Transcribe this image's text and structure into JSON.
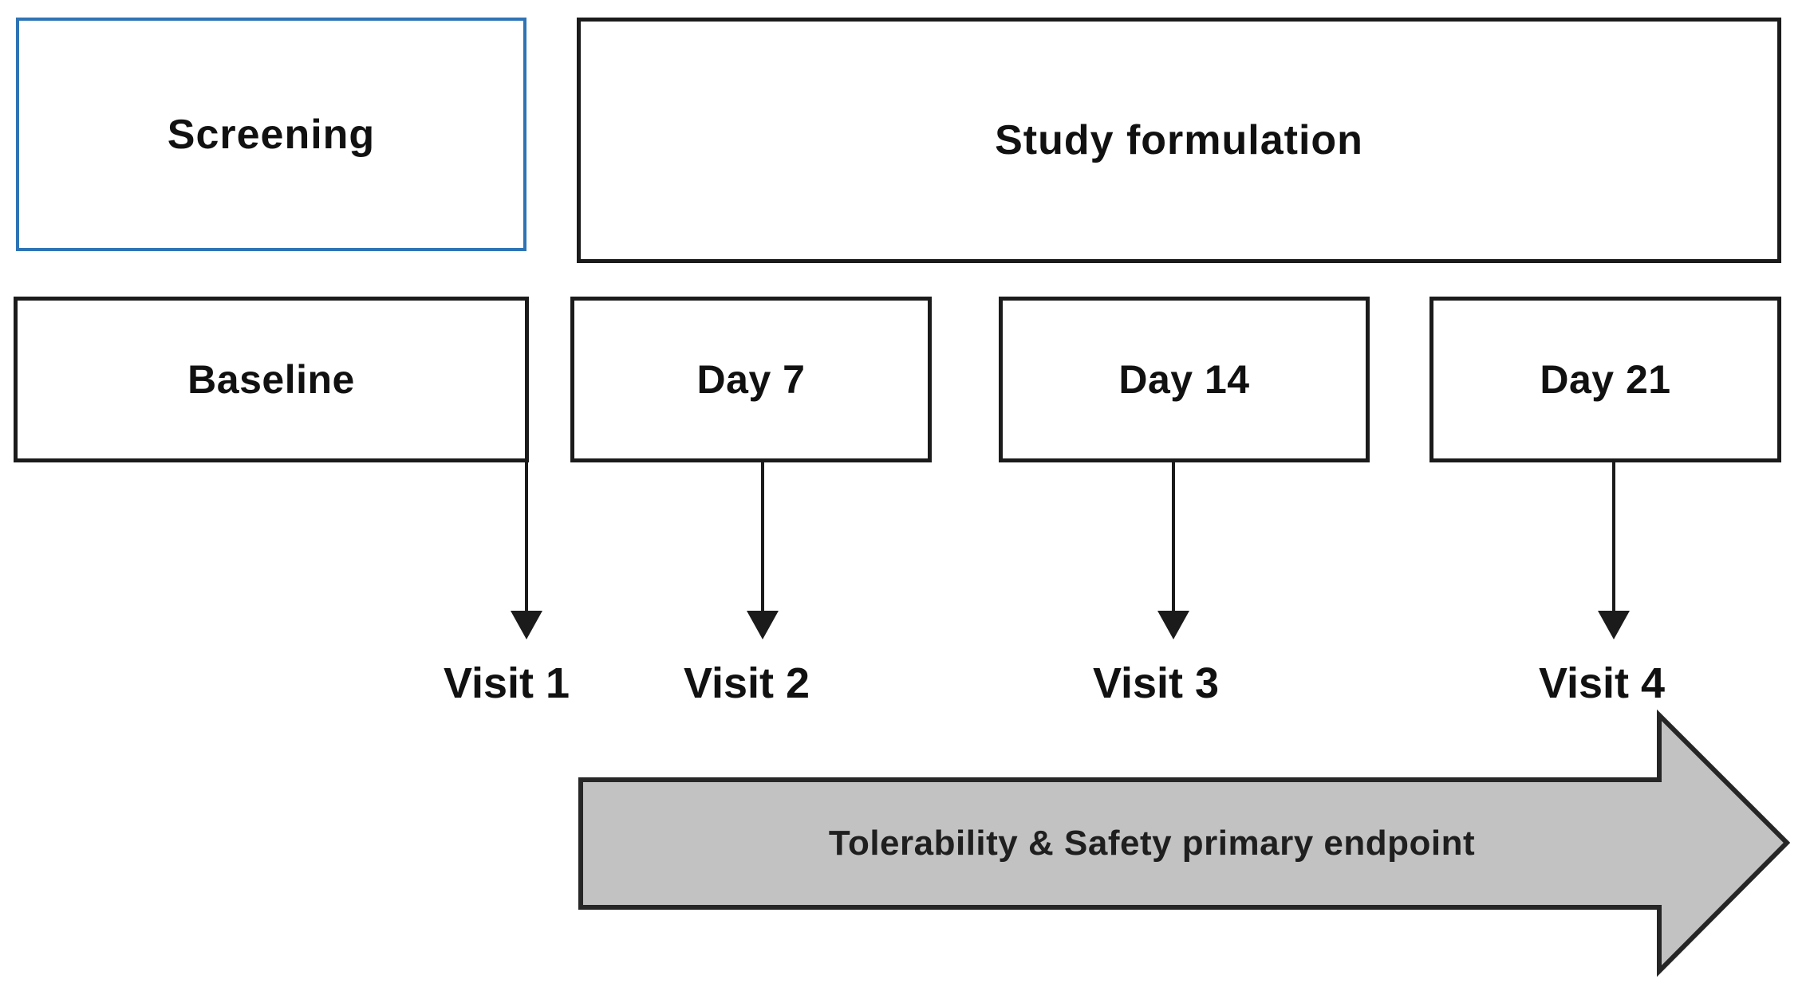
{
  "diagram": {
    "phases": {
      "screening": "Screening",
      "study_formulation": "Study formulation"
    },
    "timepoints": [
      {
        "label": "Baseline"
      },
      {
        "label": "Day 7"
      },
      {
        "label": "Day 14"
      },
      {
        "label": "Day 21"
      }
    ],
    "visits": [
      {
        "label": "Visit 1"
      },
      {
        "label": "Visit 2"
      },
      {
        "label": "Visit 3"
      },
      {
        "label": "Visit 4"
      }
    ],
    "endpoint_arrow": {
      "label": "Tolerability & Safety primary endpoint"
    },
    "colors": {
      "screening_border": "#2E74B5",
      "box_border": "#1b1b1b",
      "arrow_fill": "#c2c2c2",
      "arrow_border": "#262626"
    }
  }
}
